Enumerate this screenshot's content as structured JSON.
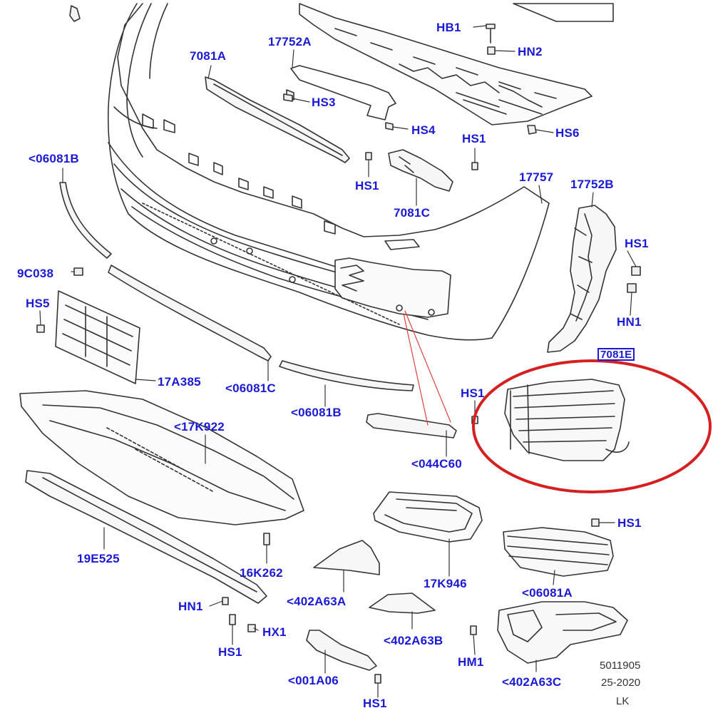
{
  "colors": {
    "label": "#1a1ad6",
    "line": "#333333",
    "highlight_circle": "#d42020",
    "leader_red": "#e04040"
  },
  "labels": {
    "hb1": "HB1",
    "hn2": "HN2",
    "l17752a": "17752A",
    "l7081a": "7081A",
    "hs3": "HS3",
    "hs4": "HS4",
    "hs6": "HS6",
    "hs1_a": "HS1",
    "l06081b_top": "<06081B",
    "hs1_b": "HS1",
    "l7081c": "7081C",
    "l17757": "17757",
    "l17752b": "17752B",
    "hs1_c": "HS1",
    "l9c038": "9C038",
    "hn1_a": "HN1",
    "hs5": "HS5",
    "l7081e": "7081E",
    "l17a385": "17A385",
    "l06081c": "<06081C",
    "hs1_d": "HS1",
    "l06081b_mid": "<06081B",
    "l17k922": "<17K922",
    "l044c60": "<044C60",
    "hs1_e": "HS1",
    "l19e525": "19E525",
    "l16k262": "16K262",
    "l402a63a": "<402A63A",
    "l17k946": "17K946",
    "l06081a": "<06081A",
    "hn1_b": "HN1",
    "hx1": "HX1",
    "hs1_f": "HS1",
    "l402a63b": "<402A63B",
    "hm1": "HM1",
    "l001a06": "<001A06",
    "hs1_g": "HS1",
    "l402a63c": "<402A63C"
  },
  "stamp": {
    "line1": "5011905",
    "line2": "25-2020",
    "line3": "LK"
  }
}
